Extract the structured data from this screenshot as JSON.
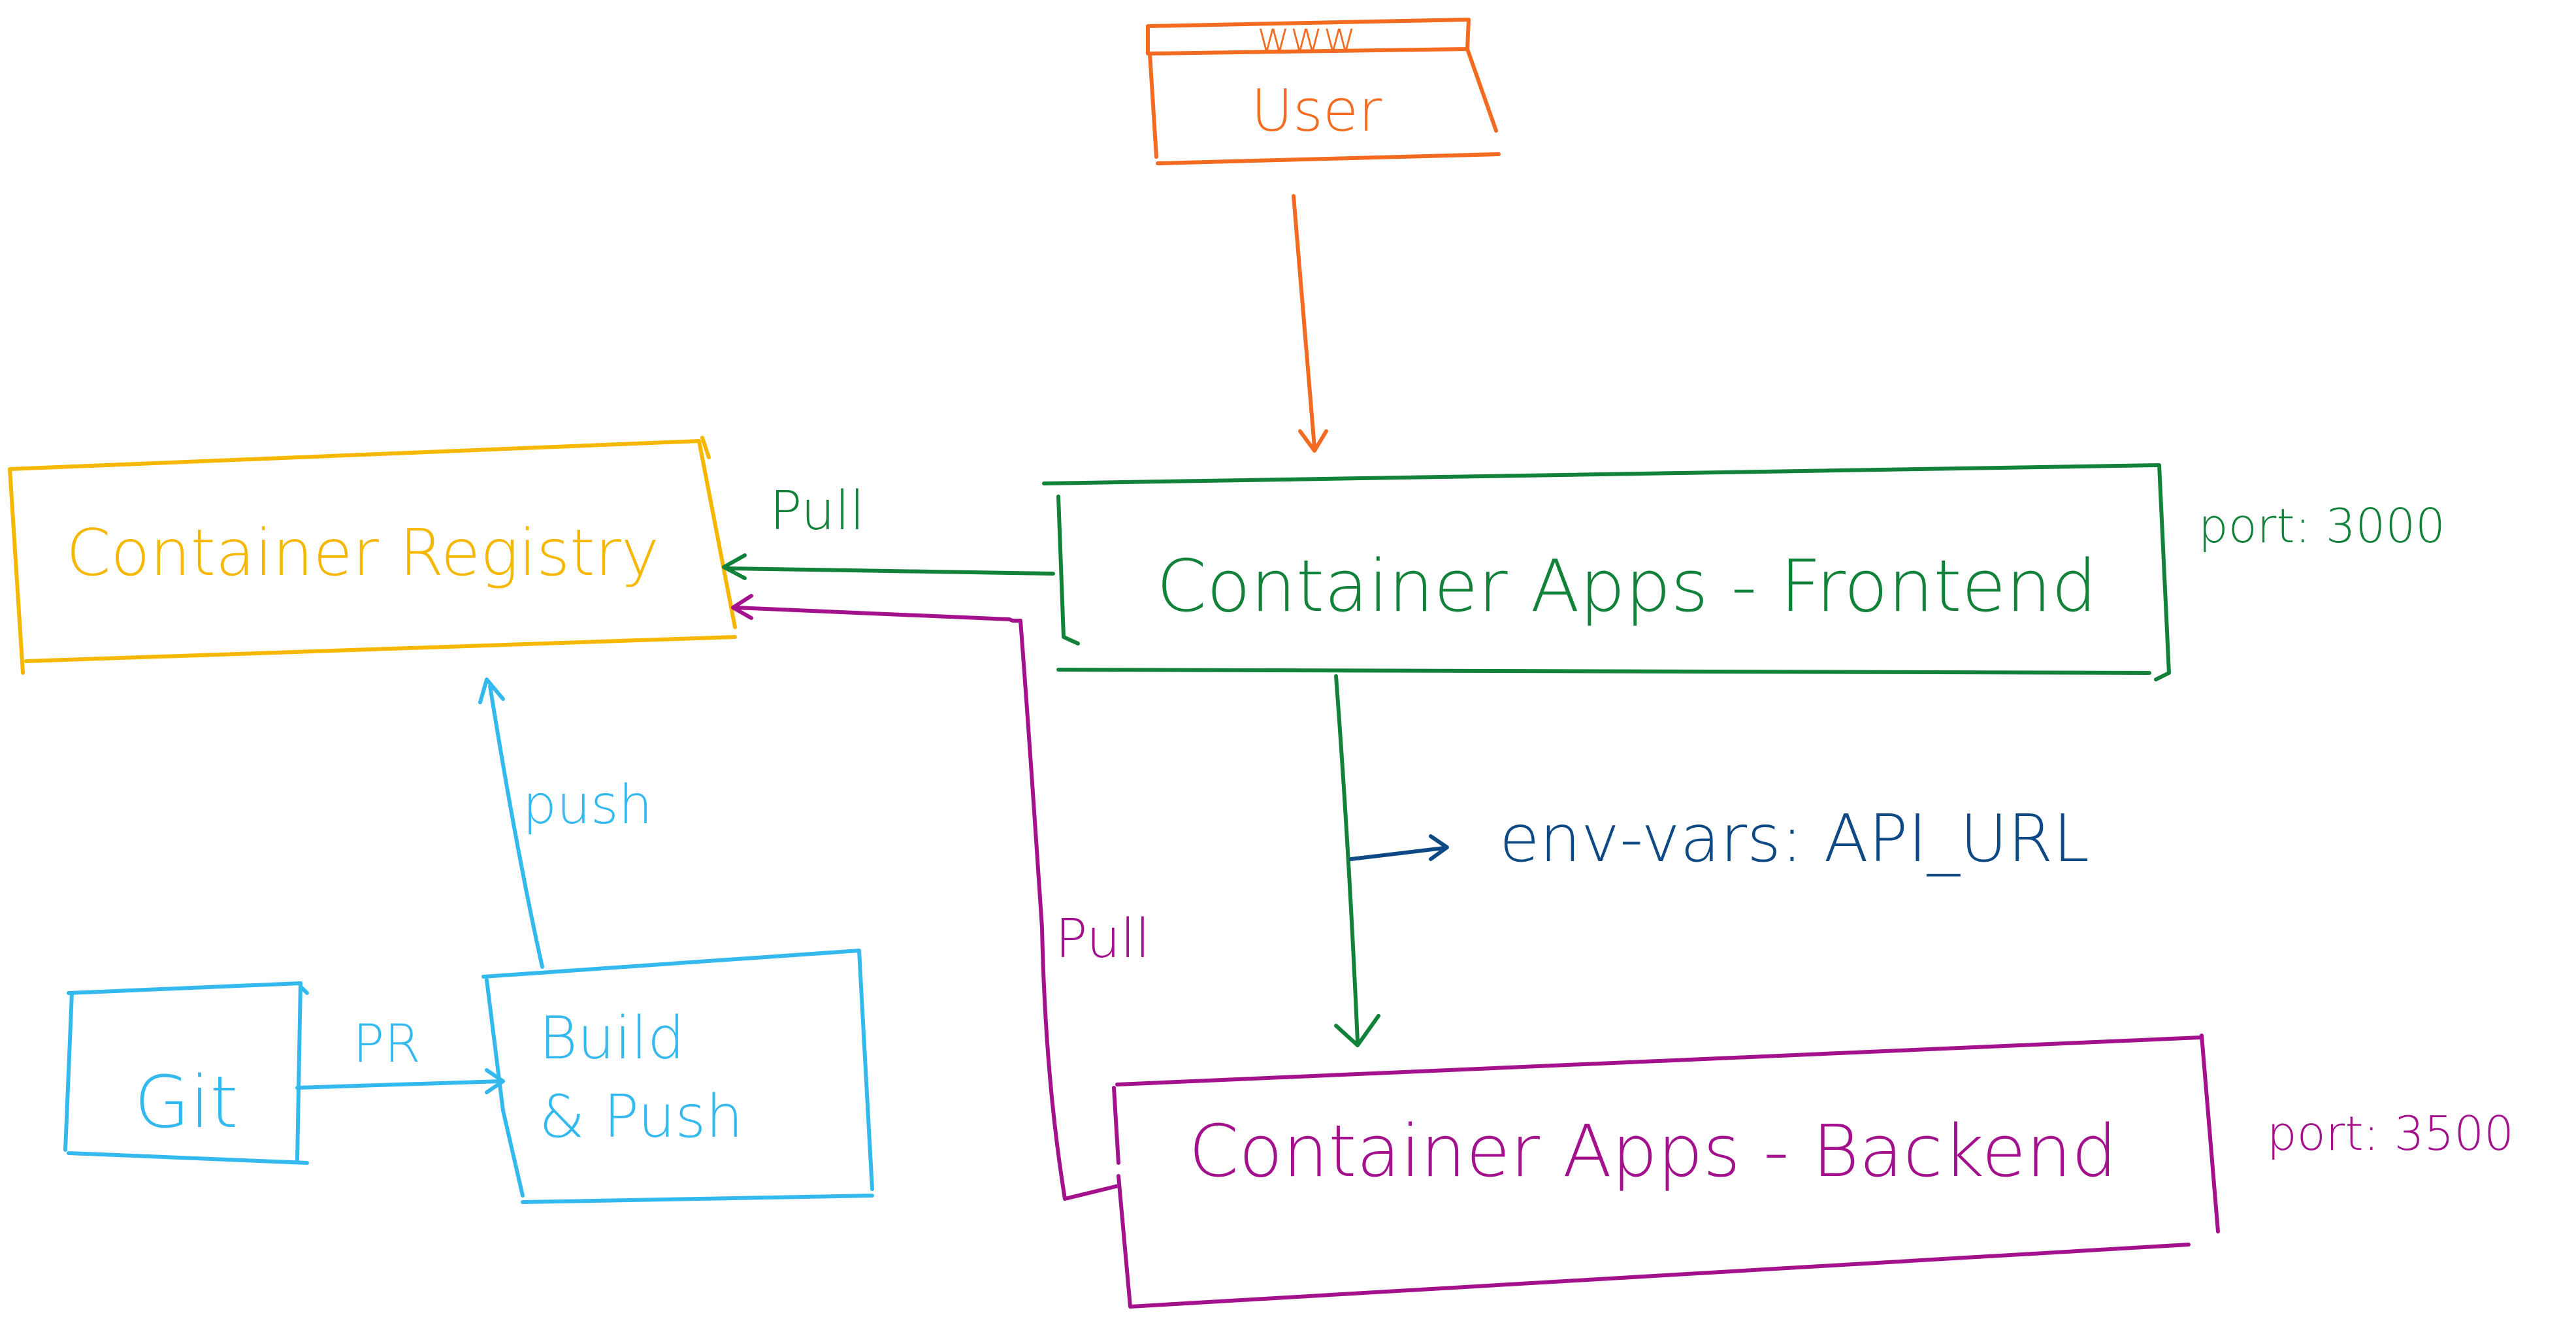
{
  "colors": {
    "user": "#f26b21",
    "registry": "#f5b700",
    "frontend": "#12813a",
    "backend": "#a3128c",
    "pipeline": "#34b9ee",
    "env": "#0d4a85"
  },
  "user_box": {
    "top_label": "www",
    "label": "User"
  },
  "registry": {
    "label": "Container Registry"
  },
  "frontend": {
    "label": "Container Apps - Frontend",
    "port": "port: 3000"
  },
  "backend": {
    "label": "Container Apps - Backend",
    "port": "port: 3500"
  },
  "git_box": {
    "label": "Git"
  },
  "build_box": {
    "line1": "Build",
    "line2": "& Push"
  },
  "edges": {
    "frontend_pull": "Pull",
    "backend_pull": "Pull",
    "pr": "PR",
    "push": "push",
    "env_vars": "env-vars: API_URL"
  }
}
